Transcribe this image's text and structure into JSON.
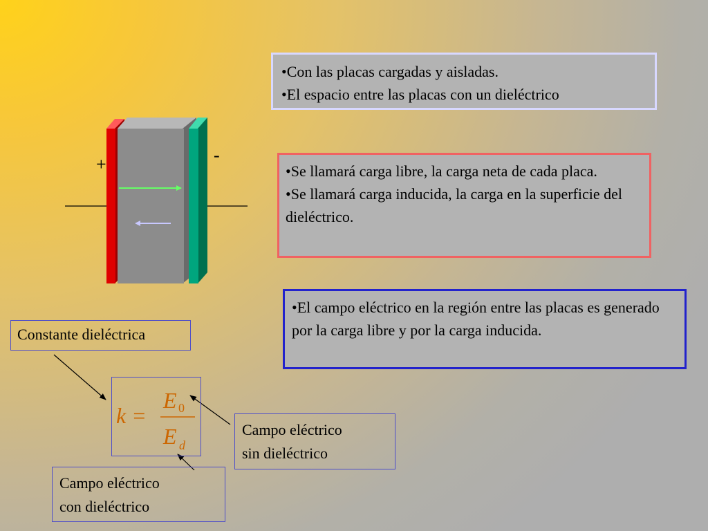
{
  "diagram": {
    "plus_sign": "+",
    "minus_sign": "-",
    "colors": {
      "positive_plate": "#e00000",
      "negative_plate": "#00a67e",
      "dielectric": "#8c8c8c",
      "field_arrow_outer": "#66ff66",
      "field_arrow_inner": "#c8c8ff",
      "formula_text": "#cc6600"
    }
  },
  "info_top": {
    "lines": [
      "•Con las placas cargadas y aisladas.",
      "•El espacio entre las placas con un dieléctrico"
    ]
  },
  "info_charge": {
    "lines": [
      "•Se llamará carga libre, la carga neta de cada placa.",
      "•Se llamará carga inducida, la carga en la superficie del dieléctrico."
    ]
  },
  "info_field": {
    "text": "•El campo eléctrico en la región entre las placas es generado por la carga libre y por la carga inducida."
  },
  "labels": {
    "constant": "Constante dieléctrica",
    "field_without": [
      "Campo eléctrico",
      "sin dieléctrico"
    ],
    "field_with": [
      "Campo eléctrico",
      "con  dieléctrico"
    ]
  },
  "formula": {
    "lhs": "k =",
    "numerator": "E",
    "numerator_sub": "0",
    "denominator": "E",
    "denominator_sub": "d"
  }
}
